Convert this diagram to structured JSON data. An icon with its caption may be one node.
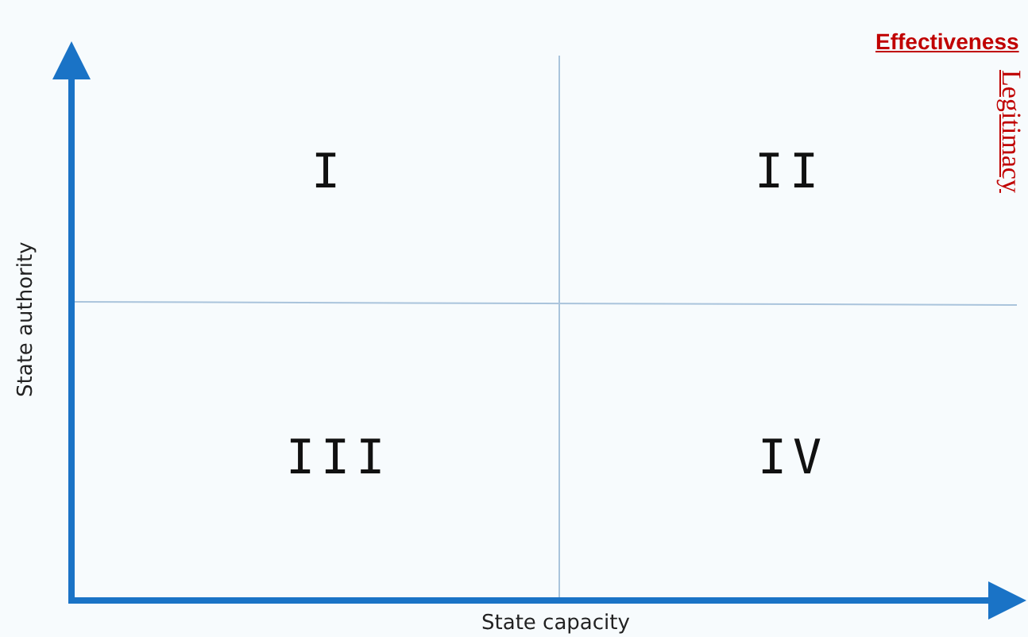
{
  "diagram": {
    "labels": [
      "Effectiveness",
      "Legitimacy",
      "I",
      "II",
      "III",
      "IV",
      "State authority",
      "State capacity"
    ]
  }
}
